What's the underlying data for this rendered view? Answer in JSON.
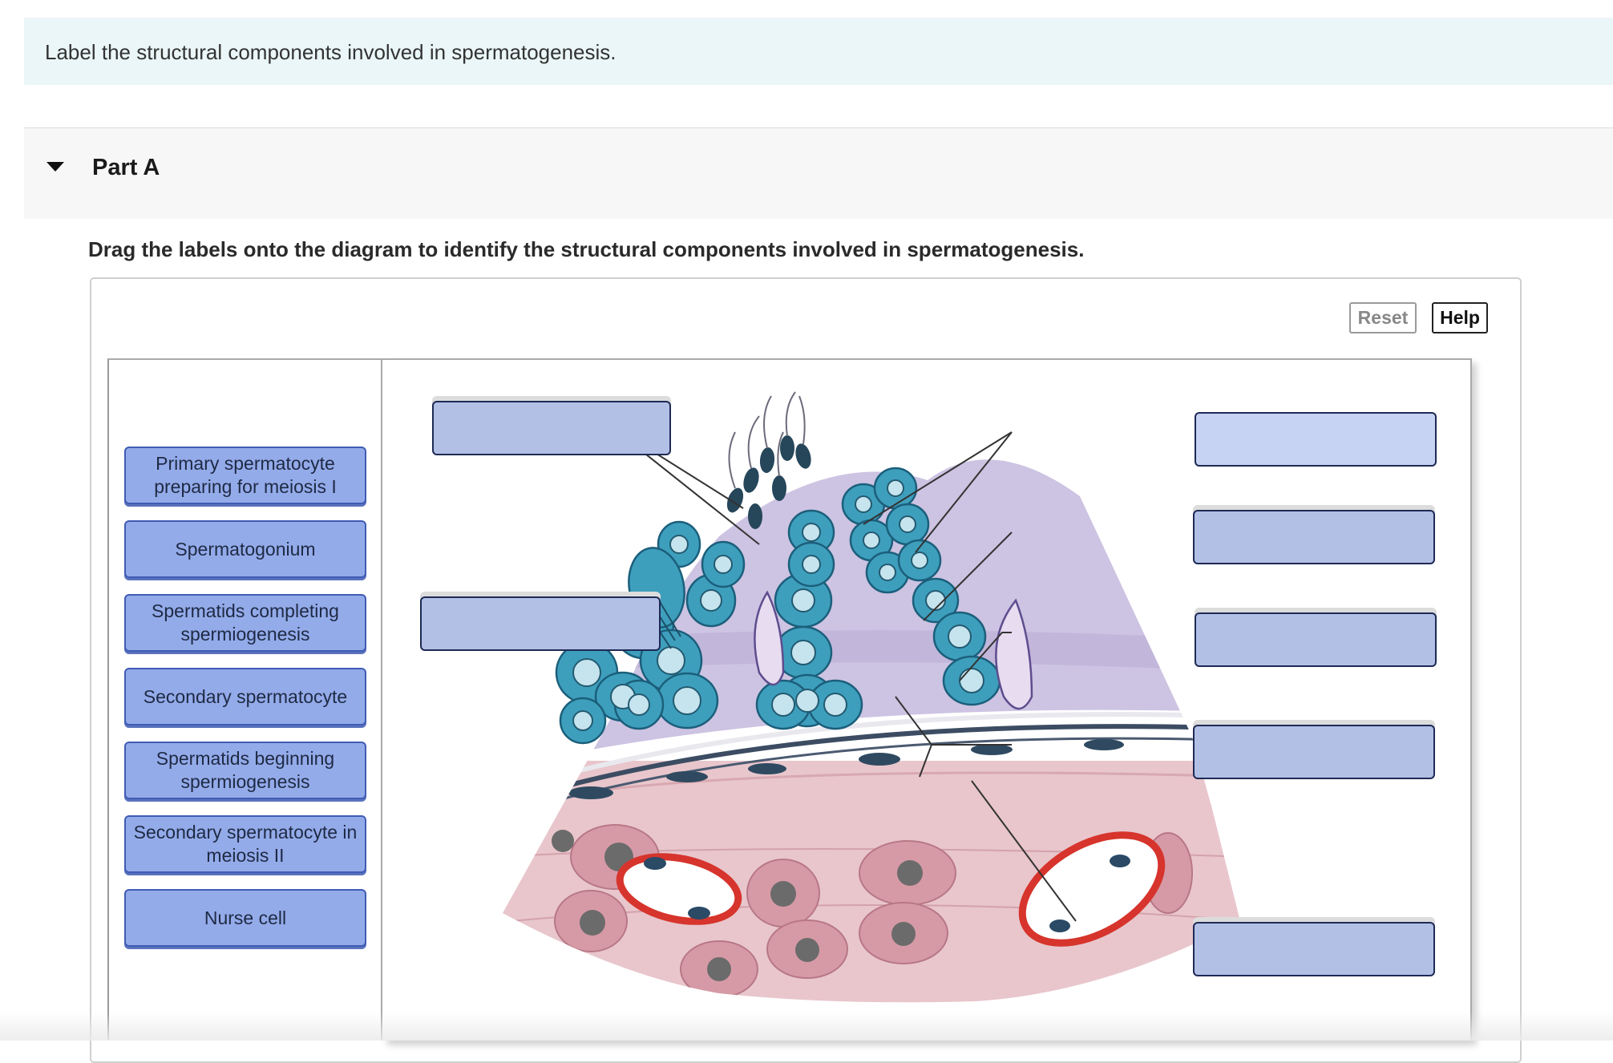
{
  "instruction": "Label the structural components involved in spermatogenesis.",
  "part": {
    "title": "Part A"
  },
  "prompt": "Drag the labels onto the diagram to identify the structural components involved in spermatogenesis.",
  "toolbar": {
    "reset_label": "Reset",
    "help_label": "Help"
  },
  "label_bank": [
    {
      "text": "Primary spermatocyte preparing for meiosis I"
    },
    {
      "text": "Spermatogonium"
    },
    {
      "text": "Spermatids completing spermiogenesis"
    },
    {
      "text": "Secondary spermatocyte"
    },
    {
      "text": "Spermatids beginning spermiogenesis"
    },
    {
      "text": "Secondary spermatocyte in meiosis II"
    },
    {
      "text": "Nurse cell"
    }
  ],
  "drop_targets": [
    {
      "id": "target-1",
      "value": ""
    },
    {
      "id": "target-2",
      "value": ""
    },
    {
      "id": "target-3",
      "value": ""
    },
    {
      "id": "target-4",
      "value": ""
    },
    {
      "id": "target-5",
      "value": ""
    },
    {
      "id": "target-6",
      "value": ""
    },
    {
      "id": "target-7",
      "value": ""
    }
  ],
  "colors": {
    "banner": "#eaf6f7",
    "label_fill": "#94abea",
    "label_border": "#3f5cb4",
    "target_fill": "#b3c0e6",
    "cell_teal": "#3e9fbd",
    "lumen_lavender": "#cdc3e2",
    "interstitial_pink": "#e8c6cc",
    "vessel_red": "#d6342c"
  }
}
